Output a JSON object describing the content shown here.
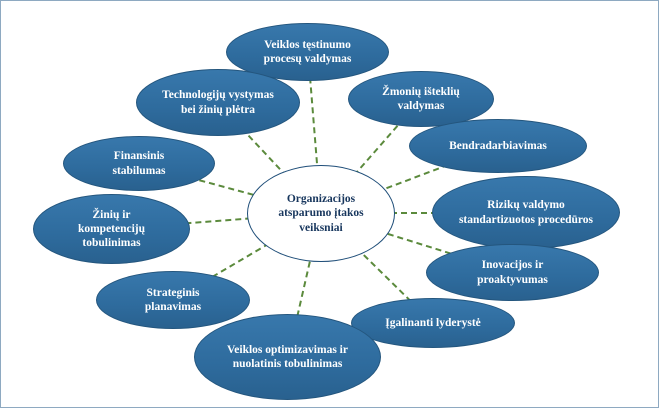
{
  "diagram": {
    "center": {
      "label": "Organizacijos atsparumo įtakos veiksniai"
    },
    "nodes": [
      {
        "label": "Veiklos tęstinumo procesų valdymas"
      },
      {
        "label": "Žmonių išteklių valdymas"
      },
      {
        "label": "Bendradarbiavimas"
      },
      {
        "label": "Rizikų valdymo standartizuotos procedūros"
      },
      {
        "label": "Inovacijos ir proaktyvumas"
      },
      {
        "label": "Įgalinanti lyderystė"
      },
      {
        "label": "Veiklos optimizavimas ir nuolatinis tobulinimas"
      },
      {
        "label": "Strateginis planavimas"
      },
      {
        "label": "Žinių ir kompetencijų tobulinimas"
      },
      {
        "label": "Finansinis stabilumas"
      },
      {
        "label": "Technologijų vystymas bei žinių plėtra"
      }
    ],
    "colors": {
      "node_fill": "#2e6b9d",
      "node_border": "#24567e",
      "node_text": "#ffffff",
      "center_fill": "#ffffff",
      "center_border": "#1f4e79",
      "center_text": "#17365d",
      "connector": "#5b8a3c",
      "frame_border": "#8ea9c1"
    }
  }
}
